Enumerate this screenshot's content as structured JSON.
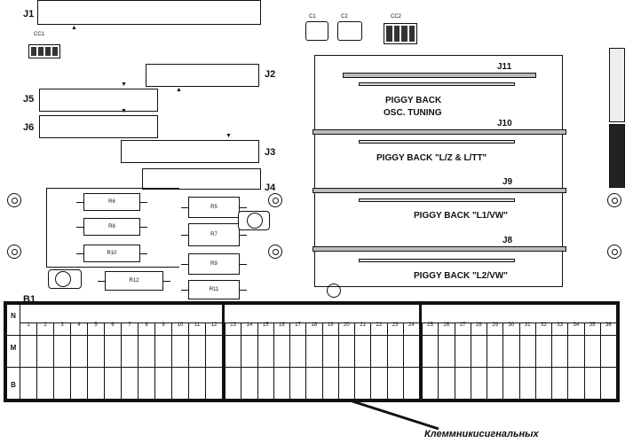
{
  "connectors": {
    "j1": "J1",
    "j2": "J2",
    "j3": "J3",
    "j4": "J4",
    "j5": "J5",
    "j6": "J6",
    "j8": "J8",
    "j9": "J9",
    "j10": "J10",
    "j11": "J11"
  },
  "switches": {
    "cc1": "CC1",
    "cc2": "CC2",
    "c1": "C1",
    "c2": "C2"
  },
  "piggy_back": {
    "j11_line1": "PIGGY BACK",
    "j11_line2": "OSC. TUNING",
    "j10": "PIGGY BACK \"L/Z & L/TT\"",
    "j9": "PIGGY BACK \"L1/VW\"",
    "j8": "PIGGY BACK \"L2/VW\""
  },
  "resistors": {
    "r6": "R6",
    "r8": "R8",
    "r10": "R10",
    "r12": "R12",
    "r5": "R5",
    "r7": "R7",
    "r9": "R9",
    "r11": "R11"
  },
  "terminal_block": {
    "label": "B1",
    "rows": [
      "N",
      "M",
      "B"
    ],
    "group1": [
      "1",
      "2",
      "3",
      "4",
      "5",
      "6",
      "7",
      "8",
      "9",
      "10",
      "11",
      "12"
    ],
    "group2": [
      "13",
      "14",
      "15",
      "16",
      "17",
      "18",
      "19",
      "20",
      "21",
      "22",
      "23",
      "24"
    ],
    "group3": [
      "25",
      "26",
      "27",
      "28",
      "29",
      "30",
      "31",
      "32",
      "33",
      "34",
      "35",
      "36"
    ]
  },
  "caption": "Клеммникисигнальных"
}
